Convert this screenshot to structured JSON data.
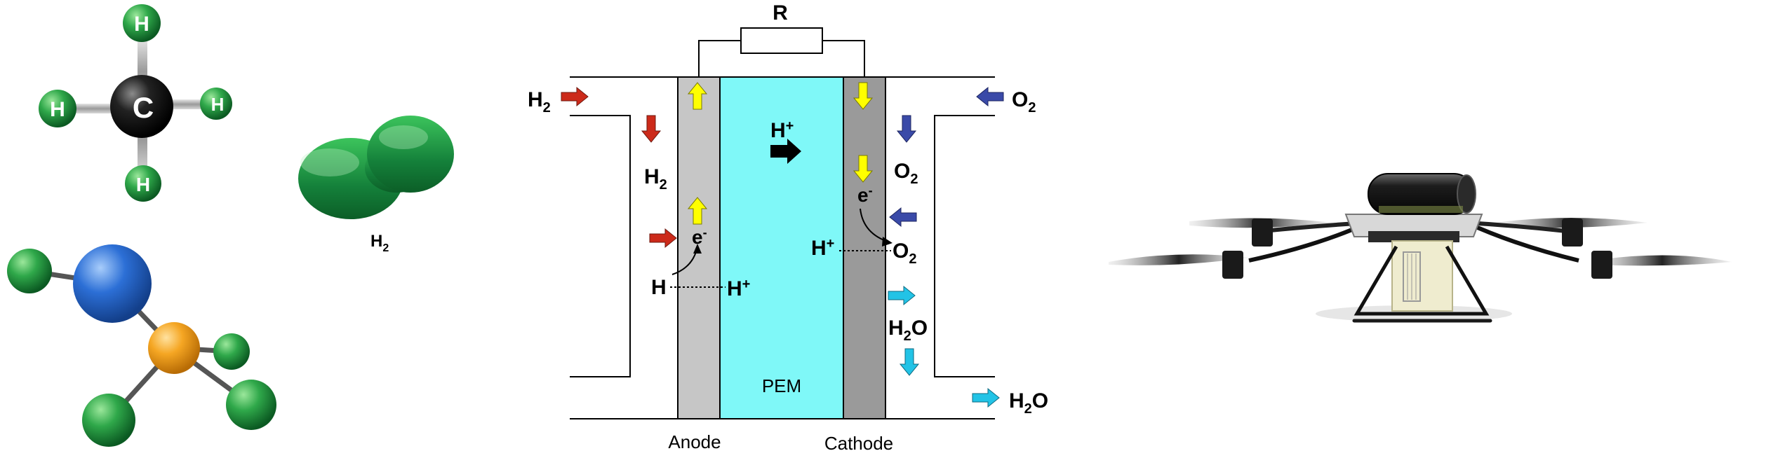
{
  "molecules": {
    "methane": {
      "center_atom": "C",
      "outer_atoms": [
        "H",
        "H",
        "H",
        "H"
      ]
    },
    "hydrogen": {
      "label": "H",
      "subscript": "2"
    },
    "tetrahedral": {
      "center_color": "#f5a623",
      "top_color": "#2c6fd6",
      "outer_color": "#1f9a3a"
    }
  },
  "fuel_cell": {
    "load_label": "R",
    "membrane_label": "PEM",
    "anode_label": "Anode",
    "cathode_label": "Cathode",
    "colors": {
      "pem": "#7ff8f8",
      "anode": "#c6c6c6",
      "cathode": "#9a9a9a",
      "h2_arrow": "#cc2a1a",
      "o2_arrow": "#3a4aa8",
      "electron_arrow": "#ffff00",
      "water_arrow": "#22c3e6"
    },
    "labels": {
      "h2_in_main": "H",
      "h2_in_sub": "2",
      "h2_channel_main": "H",
      "h2_channel_sub": "2",
      "o2_in_main": "O",
      "o2_in_sub": "2",
      "o2_channel_main": "O",
      "o2_channel_sub": "2",
      "o2_react_main": "O",
      "o2_react_sub": "2",
      "proton_pem_main": "H",
      "proton_pem_sup": "+",
      "electron_anode_main": "e",
      "electron_anode_sup": "-",
      "electron_cathode_main": "e",
      "electron_cathode_sup": "-",
      "h_atom": "H",
      "proton_anode_main": "H",
      "proton_anode_sup": "+",
      "proton_cathode_main": "H",
      "proton_cathode_sup": "+",
      "water_channel_a": "H",
      "water_channel_sub": "2",
      "water_channel_b": "O",
      "water_out_a": "H",
      "water_out_sub": "2",
      "water_out_b": "O"
    }
  },
  "drone": {
    "body_color": "#1a1a1a",
    "tank_color": "#2a2a2a",
    "box_color": "#efeccf"
  }
}
